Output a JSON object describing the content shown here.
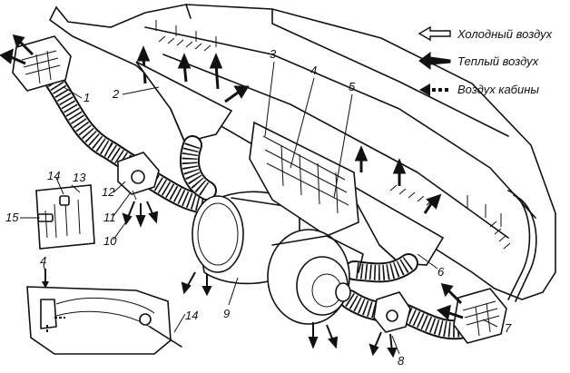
{
  "legend": {
    "cold_air": "Холодный воздух",
    "warm_air": "Теплый воздух",
    "cabin_air": "Воздух кабины"
  },
  "callouts": [
    "1",
    "2",
    "3",
    "4",
    "5",
    "6",
    "7",
    "8",
    "9",
    "10",
    "11",
    "12",
    "13",
    "14",
    "15"
  ],
  "inset_callouts": {
    "valve_label": "4",
    "lever_label": "14"
  }
}
